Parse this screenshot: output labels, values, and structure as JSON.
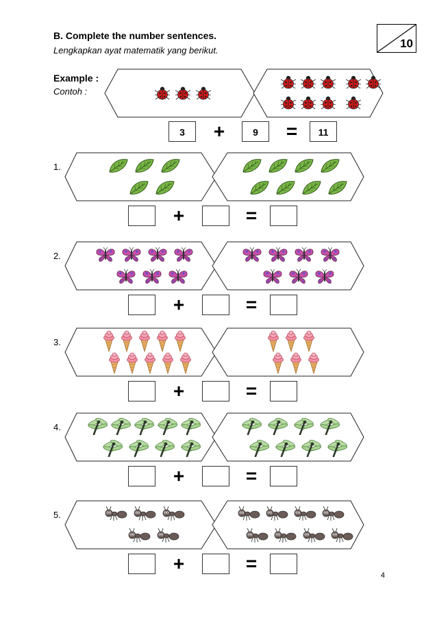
{
  "header": {
    "title": "B. Complete the number sentences.",
    "subtitle": "Lengkapkan ayat matematik yang berikut.",
    "score": "10"
  },
  "example": {
    "label": "Example :",
    "label_translation": "Contoh :",
    "left_item": "ladybug-icon",
    "right_item": "ladybug-icon",
    "left_count": 3,
    "right_count": 9,
    "addend1": "3",
    "plus": "+",
    "addend2": "9",
    "equals": "=",
    "sum": "11"
  },
  "questions": [
    {
      "number": "1.",
      "item": "leaf-icon",
      "left_count": 5,
      "right_count": 8
    },
    {
      "number": "2.",
      "item": "butterfly-icon",
      "left_count": 7,
      "right_count": 7
    },
    {
      "number": "3.",
      "item": "ice-cream-icon",
      "left_count": 10,
      "right_count": 6
    },
    {
      "number": "4.",
      "item": "dragonfly-icon",
      "left_count": 9,
      "right_count": 8
    },
    {
      "number": "5.",
      "item": "ant-icon",
      "left_count": 5,
      "right_count": 8
    }
  ],
  "operators": {
    "plus": "+",
    "equals": "="
  },
  "page_number": "4"
}
